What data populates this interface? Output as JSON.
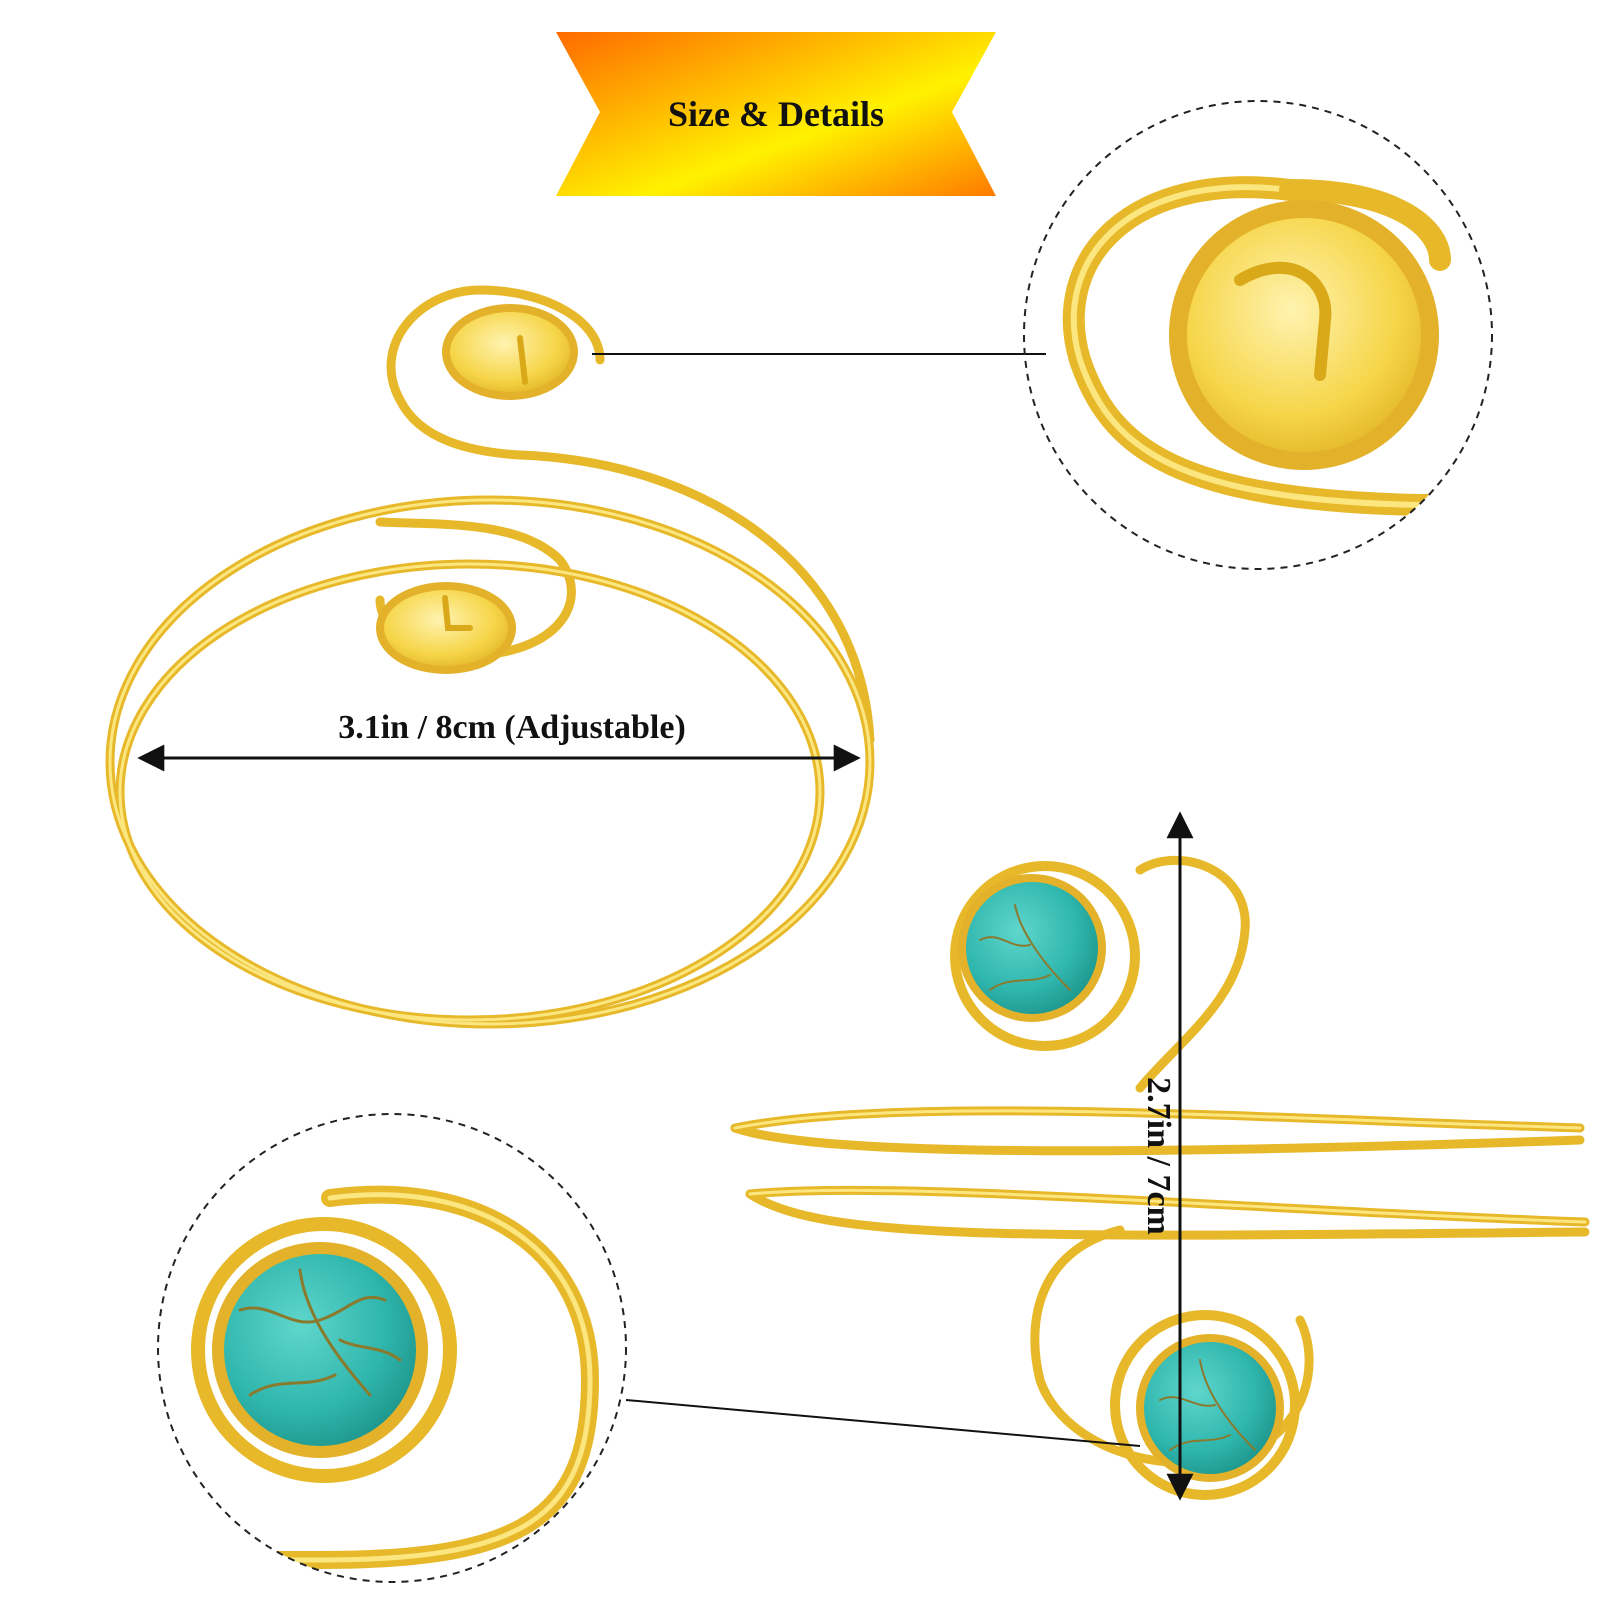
{
  "banner": {
    "title": "Size & Details"
  },
  "dimensions": {
    "width_label": "3.1in / 8cm (Adjustable)",
    "height_label": "2.7in / 7cm"
  },
  "colors": {
    "gold": "#f2cf3a",
    "gold_light": "#fbe680",
    "gold_dark": "#d9a919",
    "turquoise": "#2fb6ad",
    "turquoise_dark": "#1b8f86",
    "veins": "#8a7a2e",
    "banner_orange": "#ff7a00",
    "banner_yellow": "#ffee00",
    "line": "#111111"
  }
}
